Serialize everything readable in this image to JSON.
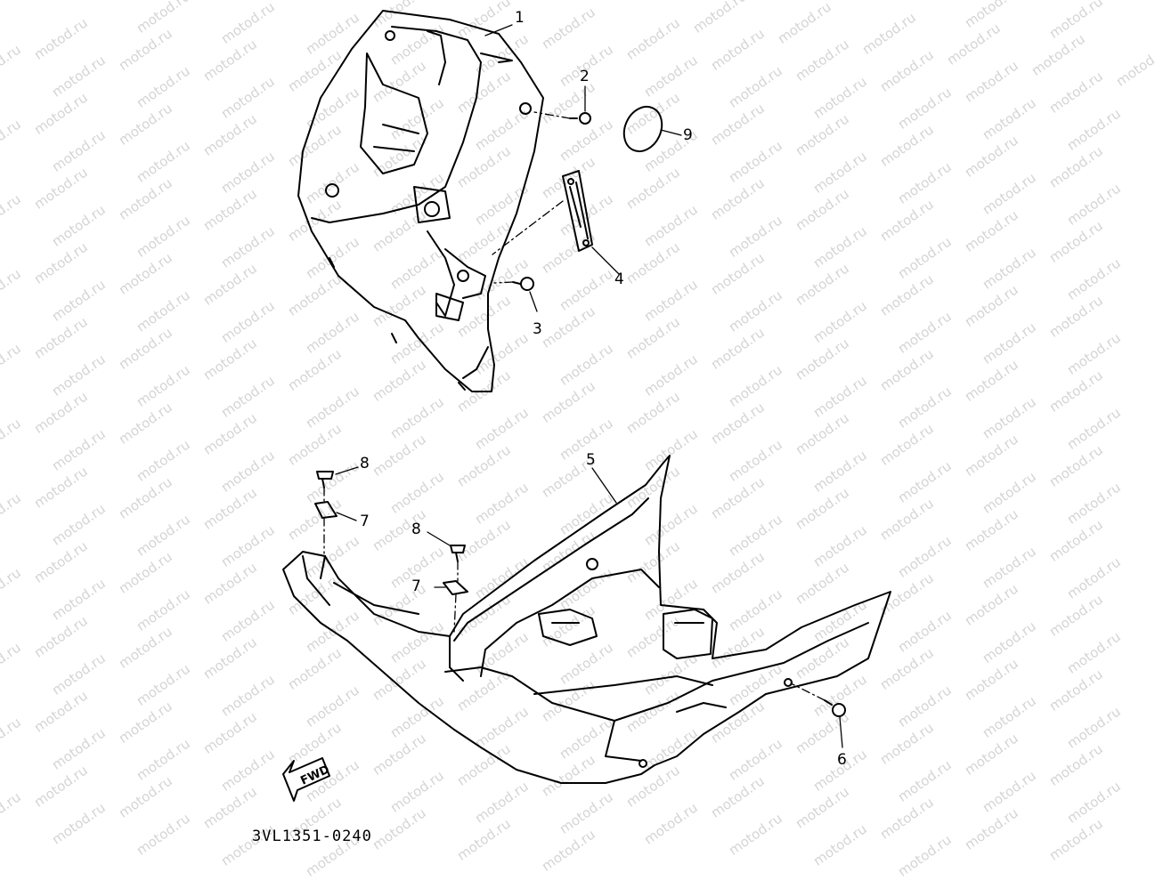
{
  "watermark": "motod.ru",
  "diagram_code": "3VL1351-0240",
  "fwd_label": "FWD",
  "callouts": {
    "p1": "1",
    "p2": "2",
    "p3": "3",
    "p4": "4",
    "p5": "5",
    "p6": "6",
    "p7a": "7",
    "p7b": "7",
    "p8a": "8",
    "p8b": "8",
    "p9": "9"
  },
  "colors": {
    "line": "#000000",
    "watermark": "#d4d4d4",
    "background": "#ffffff"
  }
}
